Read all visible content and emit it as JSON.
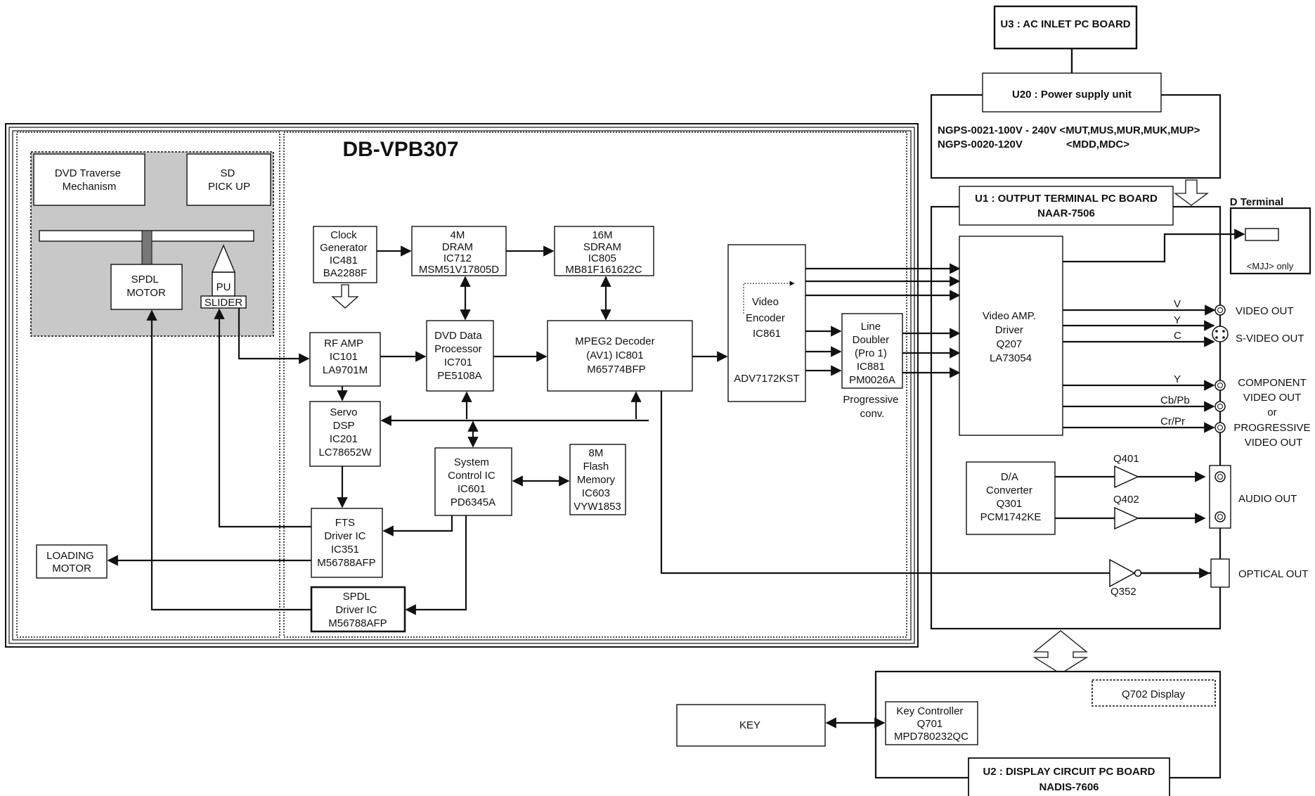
{
  "title": "DB-VPB307",
  "boards": {
    "u3": "U3 : AC INLET PC BOARD",
    "u20": "U20 : Power supply unit",
    "psu_line1": "NGPS-0021-100V - 240V <MUT,MUS,MUR,MUK,MUP>",
    "psu_line2": "NGPS-0020-120V",
    "psu_line2b": "<MDD,MDC>",
    "u1_line1": "U1 : OUTPUT TERMINAL PC BOARD",
    "u1_line2": "NAAR-7506",
    "u2_line1": "U2 : DISPLAY CIRCUIT PC BOARD",
    "u2_line2": "NADIS-7606"
  },
  "blocks": {
    "dvd_traverse": [
      "DVD Traverse",
      "Mechanism"
    ],
    "sd_pickup": [
      "SD",
      "PICK UP"
    ],
    "spdl_motor": [
      "SPDL",
      "MOTOR"
    ],
    "pu": "PU",
    "slider": "SLIDER",
    "loading_motor": [
      "LOADING",
      "MOTOR"
    ],
    "clock_gen": [
      "Clock",
      "Generator",
      "IC481",
      "BA2288F"
    ],
    "dram": [
      "4M",
      "DRAM",
      "IC712",
      "MSM51V17805D"
    ],
    "sdram": [
      "16M",
      "SDRAM",
      "IC805",
      "MB81F161622C"
    ],
    "rf_amp": [
      "RF AMP",
      "IC101",
      "LA9701M"
    ],
    "dvd_data": [
      "DVD Data",
      "Processor",
      "IC701",
      "PE5108A"
    ],
    "mpeg2": [
      "MPEG2 Decoder",
      "(AV1)  IC801",
      "M65774BFP"
    ],
    "servo": [
      "Servo",
      "DSP",
      "IC201",
      "LC78652W"
    ],
    "sysctrl": [
      "System",
      "Control IC",
      "IC601",
      "PD6345A"
    ],
    "flash": [
      "8M",
      "Flash",
      "Memory",
      "IC603",
      "VYW1853"
    ],
    "fts": [
      "FTS",
      "Driver IC",
      "IC351",
      "M56788AFP"
    ],
    "spdl_drv": [
      "SPDL",
      "Driver IC",
      "M56788AFP"
    ],
    "video_enc": [
      "Video",
      "Encoder",
      "IC861"
    ],
    "video_enc_part": "ADV7172KST",
    "line_doubler": [
      "Line",
      "Doubler",
      "(Pro 1)",
      "IC881",
      "PM0026A"
    ],
    "progressive_conv": [
      "Progressive",
      "conv."
    ],
    "video_amp": [
      "Video AMP.",
      "Driver",
      "Q207",
      "LA73054"
    ],
    "da_conv": [
      "D/A",
      "Converter",
      "Q301",
      "PCM1742KE"
    ],
    "key": "KEY",
    "key_ctrl": [
      "Key Controller",
      "Q701",
      "MPD780232QC"
    ],
    "q702": "Q702 Display",
    "d_terminal": "D Terminal",
    "mjj_only": "<MJJ> only"
  },
  "signals": {
    "v": "V",
    "y1": "Y",
    "c": "C",
    "y2": "Y",
    "cbpb": "Cb/Pb",
    "crpr": "Cr/Pr",
    "q401": "Q401",
    "q402": "Q402",
    "q352": "Q352"
  },
  "outputs": {
    "video_out": "VIDEO OUT",
    "svideo_out": "S-VIDEO OUT",
    "component": [
      "COMPONENT",
      "VIDEO OUT",
      "or",
      "PROGRESSIVE",
      "VIDEO OUT"
    ],
    "audio_out": "AUDIO OUT",
    "optical_out": "OPTICAL OUT"
  },
  "colors": {
    "line": "#111111",
    "mechanism_bg": "#c8c8c8",
    "background": "#ffffff"
  }
}
